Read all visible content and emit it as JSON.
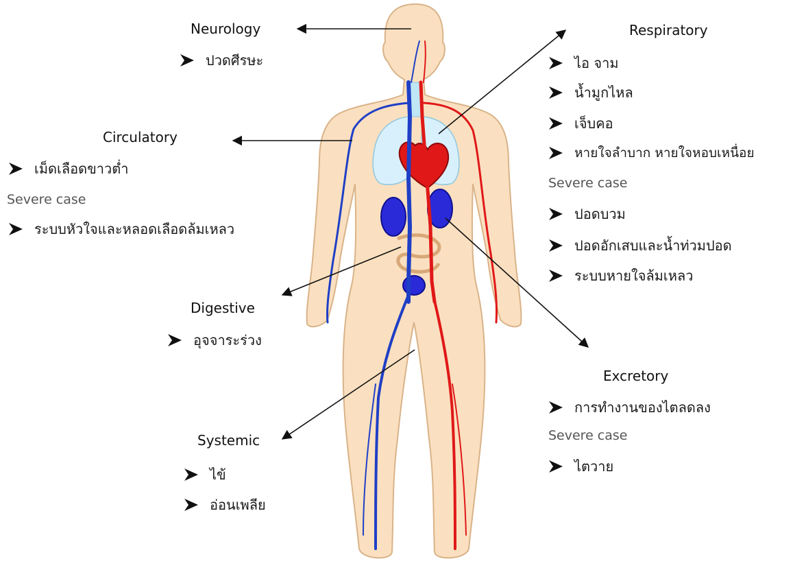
{
  "colors": {
    "skin": "#fae0c0",
    "skin_outline": "#d9b389",
    "vein": "#1f3fc6",
    "artery": "#e01818",
    "lung": "#d8f0fb",
    "kidney": "#2a2ad8",
    "arrow": "#111111"
  },
  "icons": {
    "bullet": "arrowhead-bullet-icon"
  },
  "neurology": {
    "title": "Neurology",
    "items": [
      "ปวดศีรษะ"
    ]
  },
  "circulatory": {
    "title": "Circulatory",
    "items": [
      "เม็ดเลือดขาวต่ำ"
    ],
    "severe_label": "Severe case",
    "severe_items": [
      "ระบบหัวใจและหลอดเลือดล้มเหลว"
    ]
  },
  "digestive": {
    "title": "Digestive",
    "items": [
      "อุจจาระร่วง"
    ]
  },
  "systemic": {
    "title": "Systemic",
    "items": [
      "ไข้",
      "อ่อนเพลีย"
    ]
  },
  "respiratory": {
    "title": "Respiratory",
    "items": [
      "ไอ จาม",
      "น้ำมูกไหล",
      "เจ็บคอ",
      "หายใจลำบาก หายใจหอบเหนื่อย"
    ],
    "severe_label": "Severe case",
    "severe_items": [
      "ปอดบวม",
      "ปอดอักเสบและน้ำท่วมปอด",
      "ระบบหายใจล้มเหลว"
    ]
  },
  "excretory": {
    "title": "Excretory",
    "items": [
      "การทำงานของไตลดลง"
    ],
    "severe_label": "Severe case",
    "severe_items": [
      "ไตวาย"
    ]
  }
}
